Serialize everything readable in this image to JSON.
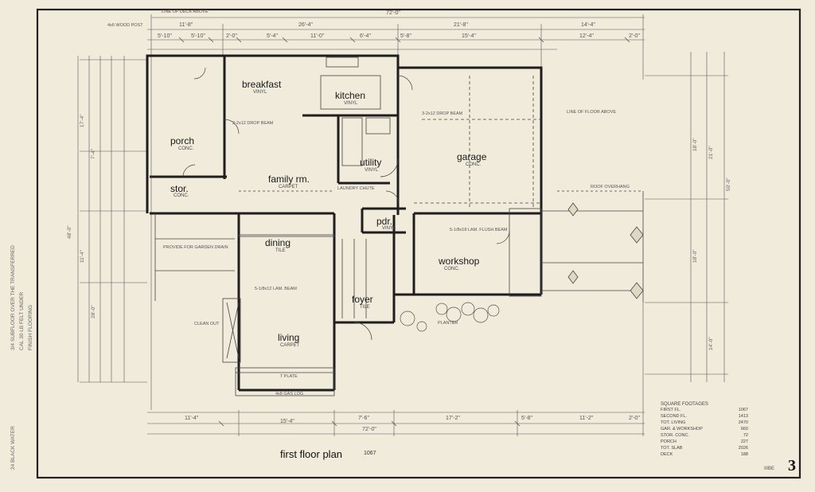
{
  "sheet": {
    "title": "first floor plan",
    "scale_note": "1067",
    "sheet_number": "3",
    "sheet_code": "IIIBE"
  },
  "rooms": [
    {
      "key": "breakfast",
      "label": "breakfast",
      "sub": "VINYL"
    },
    {
      "key": "kitchen",
      "label": "kitchen",
      "sub": "VINYL"
    },
    {
      "key": "porch",
      "label": "porch",
      "sub": "CONC."
    },
    {
      "key": "stor",
      "label": "stor.",
      "sub": "CONC."
    },
    {
      "key": "family",
      "label": "family rm.",
      "sub": "CARPET"
    },
    {
      "key": "utility",
      "label": "utility",
      "sub": "VINYL"
    },
    {
      "key": "garage",
      "label": "garage",
      "sub": "CONC."
    },
    {
      "key": "pdr",
      "label": "pdr.",
      "sub": "VINYL"
    },
    {
      "key": "dining",
      "label": "dining",
      "sub": "TILE"
    },
    {
      "key": "workshop",
      "label": "workshop",
      "sub": "CONC."
    },
    {
      "key": "foyer",
      "label": "foyer",
      "sub": "TILE"
    },
    {
      "key": "living",
      "label": "living",
      "sub": "CARPET"
    }
  ],
  "dimensions": {
    "top_overall": "72'-0\"",
    "top_row1": [
      "11'-8\"",
      "26'-4\"",
      "21'-8\"",
      "14'-4\""
    ],
    "top_row2": [
      "5'-10\"",
      "5'-10\"",
      "2'-0\"",
      "5'-4\"",
      "11'-0\"",
      "6'-4\"",
      "5'-8\"",
      "15'-4\"",
      "12'-4\"",
      "2'-0\""
    ],
    "bottom_row1": [
      "11'-4\"",
      "15'-4\"",
      "7'-6\"",
      "17'-2\"",
      "5'-8\"",
      "11'-2\"",
      "2'-0\""
    ],
    "bottom_overall": "72'-0\"",
    "left_overall": "48'-0\"",
    "left_parts": [
      "17'-4\"",
      "7'-4\"",
      "11'-4\"",
      "28'-0\""
    ],
    "right_overall": "50'-0\"",
    "right_parts": [
      "18'-0\"",
      "21'-0\"",
      "18'-0\"",
      "14'-0\""
    ]
  },
  "notes": {
    "top_beam": "LINE OF DECK ABOVE",
    "top_left": "4x6 WOOD POST",
    "beam_family": "2-2x12 DROP BEAM",
    "beam_garage": "3-2x12 DROP BEAM",
    "line_of_floor": "LINE OF FLOOR ABOVE",
    "roof_overhang": "ROOF OVERHANG",
    "planter": "PLANTER",
    "clean_out": "CLEAN OUT",
    "provide_drain": "PROVIDE FOR GARDEN DRAIN",
    "laundry_chute": "LAUNDRY CHUTE",
    "lam_beam": "5-1/8x12 LAM. BEAM",
    "flush_beam": "5-1/8x18 LAM. FLUSH BEAM",
    "gas_log": "4x8 GAS LOG",
    "t_plate": "T PLATE"
  },
  "side_text": [
    "3/4 SUBFLOOR OVER THE TRANSFERRED",
    "CAL 30 LB FELT UNDER",
    "FINISH FLOORING",
    "24 BLACK WATER"
  ],
  "area_table": {
    "heading": "SQUARE FOOTAGES",
    "rows": [
      {
        "label": "FIRST FL.",
        "value": "1067"
      },
      {
        "label": "SECOND FL.",
        "value": "1413"
      },
      {
        "label": "TOT. LIVING",
        "value": "2470"
      },
      {
        "label": "GAR. & WORKSHOP",
        "value": "660"
      },
      {
        "label": "STOR. CONC.",
        "value": "72"
      },
      {
        "label": "PORCH",
        "value": "227"
      },
      {
        "label": "TOT. SLAB",
        "value": "2026"
      },
      {
        "label": "DECK",
        "value": "188"
      }
    ]
  }
}
